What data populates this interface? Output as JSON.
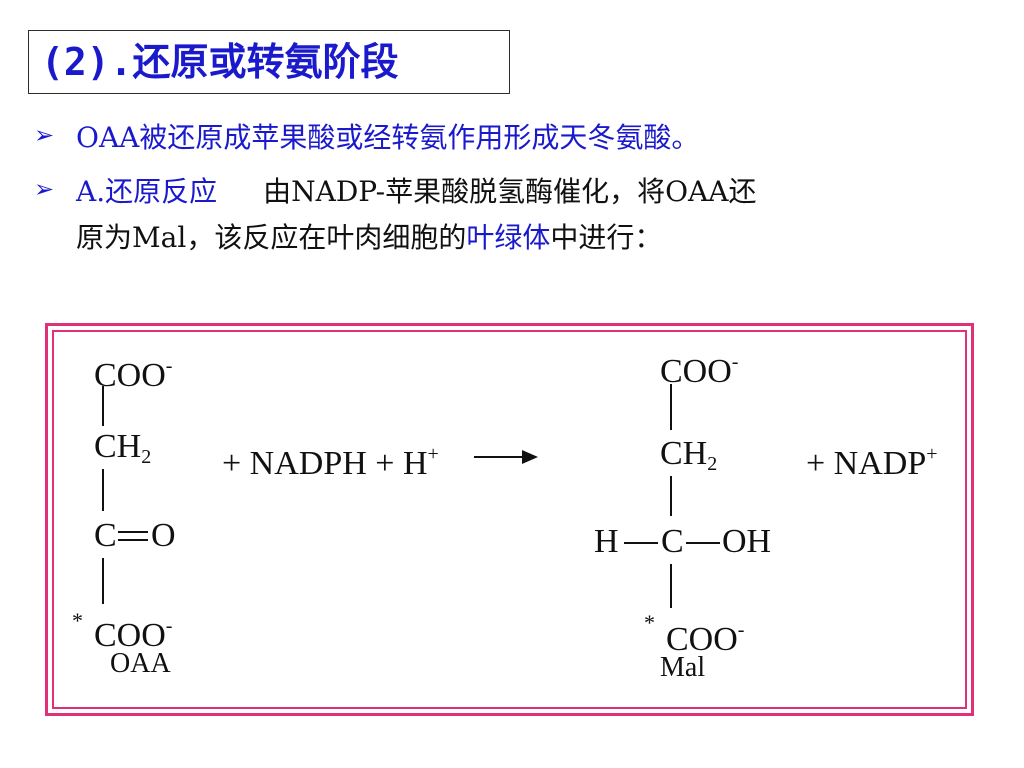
{
  "title": "(2).还原或转氨阶段",
  "bullet_symbol": "➢",
  "bullet1": {
    "text": "OAA被还原成苹果酸或经转氨作用形成天冬氨酸。"
  },
  "bullet2": {
    "lead": "A.还原反应",
    "body1": "由NADP-苹果酸脱氢酶催化，将OAA还",
    "line2_pre": "原为Mal，该反应在叶肉细胞的",
    "line2_highlight": "叶绿体",
    "line2_post": "中进行："
  },
  "reaction": {
    "reactant_top": "COO",
    "charge_minus": "-",
    "ch2": "CH",
    "sub2": "2",
    "carbonyl_c": "C",
    "carbonyl_o": "O",
    "star": "*",
    "reactant_label": "OAA",
    "reagents": "+ NADPH + H",
    "charge_plus": "+",
    "product_top": "COO",
    "product_h": "H",
    "product_c": "C",
    "product_oh": "OH",
    "product_label": "Mal",
    "byproduct": "+ NADP"
  },
  "colors": {
    "title": "#1a1acc",
    "frame": "#e0307a",
    "highlight": "#1a1acc"
  }
}
